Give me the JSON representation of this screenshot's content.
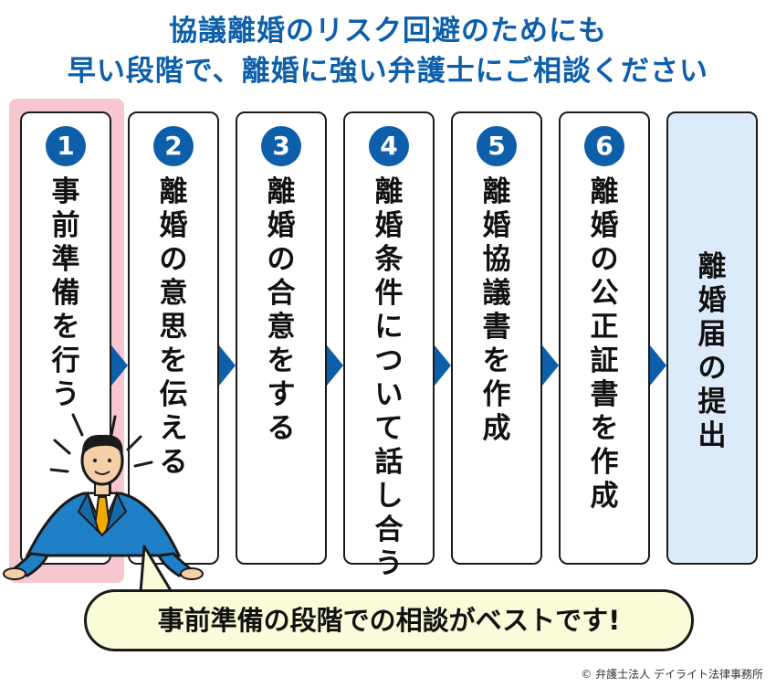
{
  "title": {
    "line1": "協議離婚のリスク回避のためにも",
    "line2": "早い段階で、離婚に強い弁護士にご相談ください"
  },
  "steps": [
    {
      "number": "1",
      "label": "事前準備を行う"
    },
    {
      "number": "2",
      "label": "離婚の意思を伝える"
    },
    {
      "number": "3",
      "label": "離婚の合意をする"
    },
    {
      "number": "4",
      "label": "離婚条件について話し合う"
    },
    {
      "number": "5",
      "label": "離婚協議書を作成"
    },
    {
      "number": "6",
      "label": "離婚の公正証書を作成"
    },
    {
      "number": "",
      "label": "離婚届の提出"
    }
  ],
  "bubble_text": "事前準備の段階での相談がベストです!",
  "credit": "© 弁護士法人 デイライト法律事務所",
  "colors": {
    "accent": "#0d5faa",
    "highlight": "#f7c7d0",
    "final_step": "#dcebfa",
    "bubble": "#fafbd8"
  }
}
